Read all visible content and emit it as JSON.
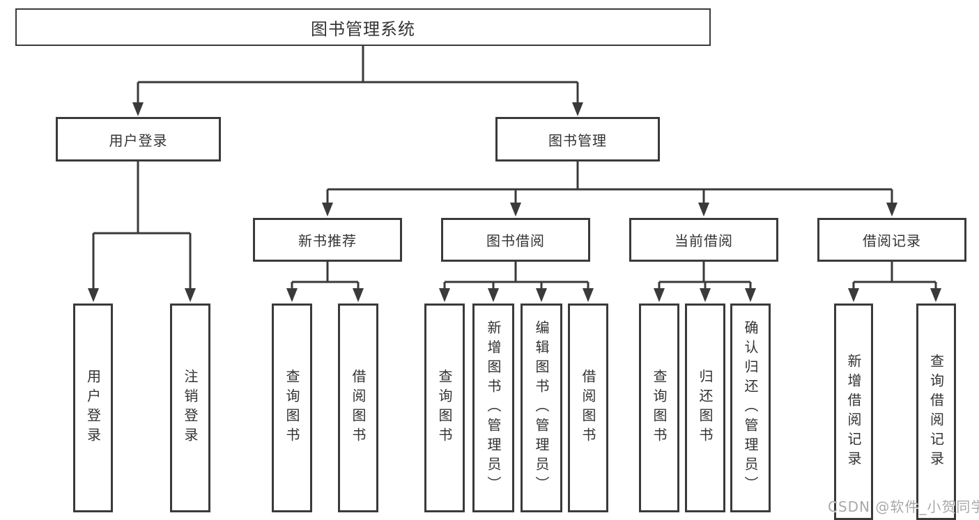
{
  "colors": {
    "line": "#3a3a3a",
    "text": "#333333",
    "background": "#ffffff",
    "watermark": "#a9a9a9"
  },
  "watermark": "CSDN @软件_小贺同学",
  "tree": {
    "label": "图书管理系统",
    "children": [
      {
        "label": "用户登录",
        "children": [
          {
            "label": "用户登录"
          },
          {
            "label": "注销登录"
          }
        ]
      },
      {
        "label": "图书管理",
        "children": [
          {
            "label": "新书推荐",
            "children": [
              {
                "label": "查询图书"
              },
              {
                "label": "借阅图书"
              }
            ]
          },
          {
            "label": "图书借阅",
            "children": [
              {
                "label": "查询图书"
              },
              {
                "label": "新增图书（管理员）"
              },
              {
                "label": "编辑图书（管理员）"
              },
              {
                "label": "借阅图书"
              }
            ]
          },
          {
            "label": "当前借阅",
            "children": [
              {
                "label": "查询图书"
              },
              {
                "label": "归还图书"
              },
              {
                "label": "确认归还（管理员）"
              }
            ]
          },
          {
            "label": "借阅记录",
            "children": [
              {
                "label": "新增借阅记录"
              },
              {
                "label": "查询借阅记录"
              }
            ]
          }
        ]
      }
    ]
  }
}
